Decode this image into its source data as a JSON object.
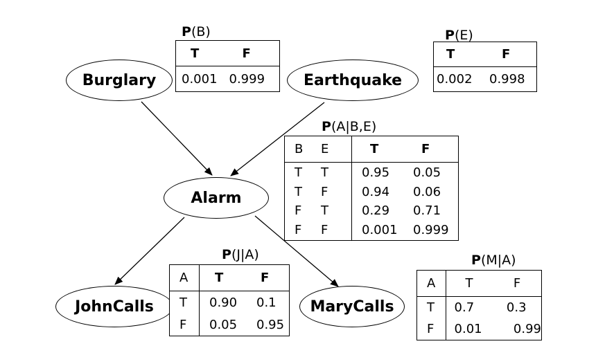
{
  "nodes": {
    "burglary": "Burglary",
    "earthquake": "Earthquake",
    "alarm": "Alarm",
    "johncalls": "JohnCalls",
    "marycalls": "MaryCalls"
  },
  "cpt_b": {
    "title_p": "P",
    "title_rest": "(B)",
    "headers": [
      "T",
      "F"
    ],
    "values": [
      "0.001",
      "0.999"
    ]
  },
  "cpt_e": {
    "title_p": "P",
    "title_rest": "(E)",
    "headers": [
      "T",
      "F"
    ],
    "values": [
      "0.002",
      "0.998"
    ]
  },
  "cpt_a": {
    "title_p": "P",
    "title_rest": "(A|B,E)",
    "headers": [
      "B",
      "E",
      "T",
      "F"
    ],
    "rows": [
      [
        "T",
        "T",
        "0.95",
        "0.05"
      ],
      [
        "T",
        "F",
        "0.94",
        "0.06"
      ],
      [
        "F",
        "T",
        "0.29",
        "0.71"
      ],
      [
        "F",
        "F",
        "0.001",
        "0.999"
      ]
    ]
  },
  "cpt_j": {
    "title_p": "P",
    "title_rest": "(J|A)",
    "headers": [
      "A",
      "T",
      "F"
    ],
    "rows": [
      [
        "T",
        "0.90",
        "0.1"
      ],
      [
        "F",
        "0.05",
        "0.95"
      ]
    ]
  },
  "cpt_m": {
    "title_p": "P",
    "title_rest": "(M|A)",
    "headers": [
      "A",
      "T",
      "F"
    ],
    "rows": [
      [
        "T",
        "0.7",
        "0.3"
      ],
      [
        "F",
        "0.01",
        "0.99"
      ]
    ]
  }
}
